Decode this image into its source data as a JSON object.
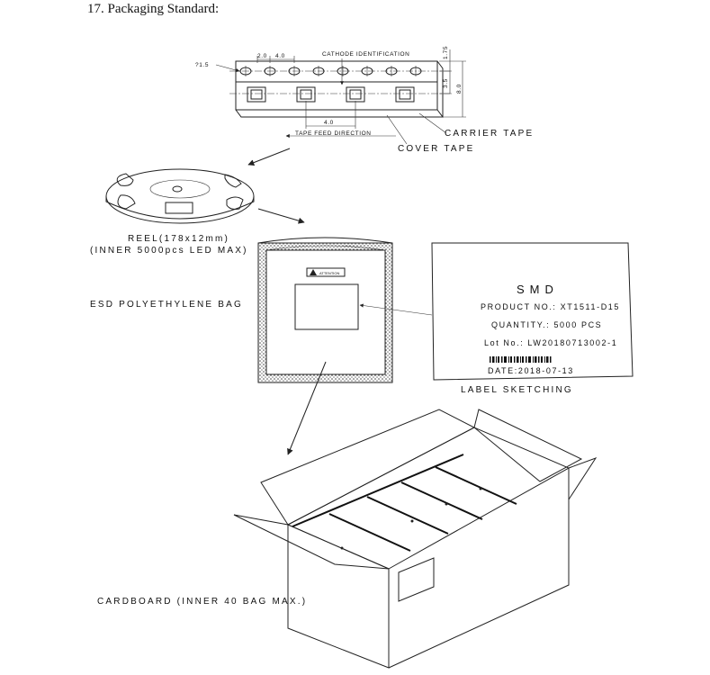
{
  "title": "17. Packaging Standard:",
  "tape": {
    "cathode_identification": "CATHODE IDENTIFICATION",
    "hole_dia": "?1.5",
    "pitch_a": "2.0",
    "pitch_b": "4.0",
    "dim_175": "1.75",
    "dim_35": "3.5",
    "dim_80": "8.0",
    "pitch_bottom": "4.0",
    "feed_direction": "TAPE FEED DIRECTION",
    "carrier_tape": "CARRIER TAPE",
    "cover_tape": "COVER TAPE"
  },
  "reel": {
    "label_line1": "REEL(178x12mm)",
    "label_line2": "(INNER 5000pcs LED MAX)"
  },
  "bag": {
    "label": "ESD POLYETHYLENE BAG",
    "warning_text": "ATTENTION"
  },
  "label_card": {
    "heading": "SMD",
    "product_no": "PRODUCT NO.: XT1511-D15",
    "quantity": "QUANTITY.: 5000 PCS",
    "lot_no": "Lot No.: LW20180713002-1",
    "date": "DATE:2018-07-13",
    "caption": "LABEL SKETCHING"
  },
  "carton": {
    "label": "CARDBOARD (INNER 40 BAG MAX.)"
  }
}
